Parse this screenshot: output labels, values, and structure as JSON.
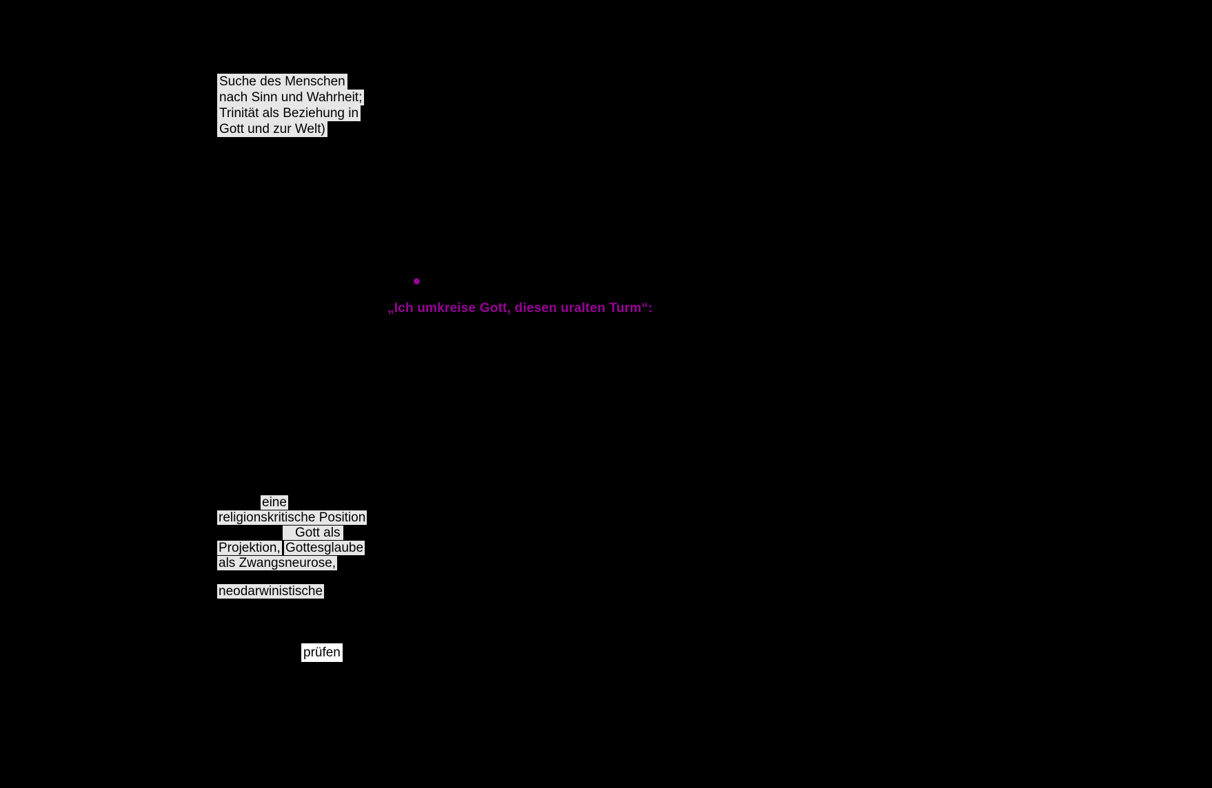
{
  "page": {
    "background_color": "#000000"
  },
  "note_block": {
    "highlight_color": "#e6e6e6",
    "text_color": "#000000",
    "lines": [
      "Suche des Menschen",
      "nach Sinn und Wahrheit;",
      "Trinität als Beziehung in",
      "Gott und zur Welt)"
    ]
  },
  "quote": {
    "bullet_icon": "bullet-dot",
    "bullet_color": "#990099",
    "text": "„Ich umkreise Gott, diesen uralten Turm“:",
    "text_color": "#990099"
  },
  "highlighted_fragments": {
    "highlight_color": "#e6e6e6",
    "eine": "eine",
    "religionskritische_position": "religionskritische Position",
    "gott_als": "Gott als",
    "projektion": "Projektion,",
    "gottesglaube": "Gottesglaube",
    "als_zwangsneurose": "als Zwangsneurose,",
    "neodarwinistische": "neodarwinistische",
    "pruefen": "prüfen",
    "pruefen_highlight_color": "#ffffff"
  }
}
